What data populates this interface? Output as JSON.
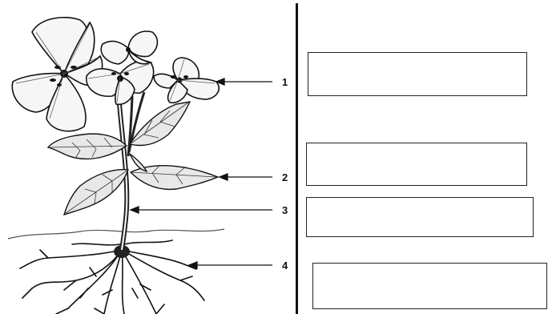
{
  "diagram": {
    "labels": [
      {
        "id": "1",
        "text": "1"
      },
      {
        "id": "2",
        "text": "2"
      },
      {
        "id": "3",
        "text": "3"
      },
      {
        "id": "4",
        "text": "4"
      }
    ]
  },
  "answer_boxes": [
    {
      "id": "1",
      "value": ""
    },
    {
      "id": "2",
      "value": ""
    },
    {
      "id": "3",
      "value": ""
    },
    {
      "id": "4",
      "value": ""
    }
  ]
}
